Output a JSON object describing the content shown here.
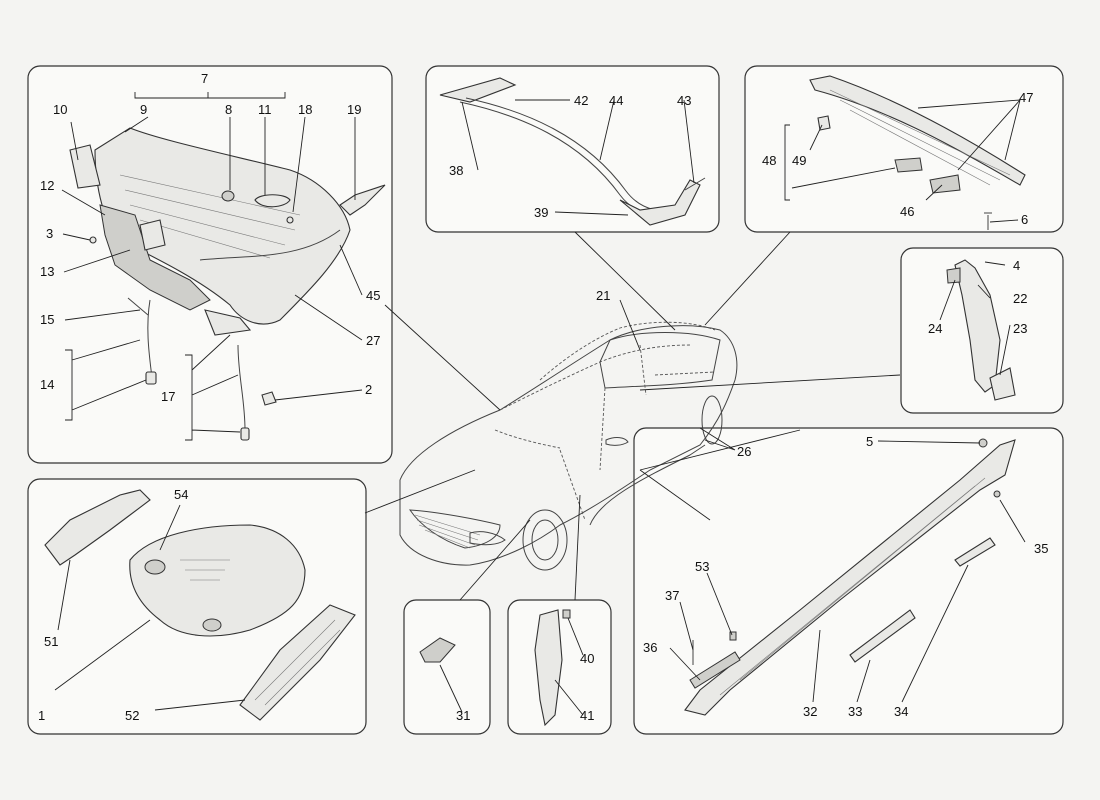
{
  "labels": {
    "l1": "1",
    "l2": "2",
    "l3": "3",
    "l4": "4",
    "l5": "5",
    "l6": "6",
    "l7": "7",
    "l8": "8",
    "l9": "9",
    "l10": "10",
    "l11": "11",
    "l12": "12",
    "l13": "13",
    "l14": "14",
    "l15": "15",
    "l17": "17",
    "l18": "18",
    "l19": "19",
    "l21": "21",
    "l22": "22",
    "l23": "23",
    "l24": "24",
    "l26": "26",
    "l27": "27",
    "l31": "31",
    "l32": "32",
    "l33": "33",
    "l34": "34",
    "l35": "35",
    "l36": "36",
    "l37": "37",
    "l38": "38",
    "l39": "39",
    "l40": "40",
    "l41": "41",
    "l42": "42",
    "l43": "43",
    "l44": "44",
    "l45": "45",
    "l46": "46",
    "l47": "47",
    "l48": "48",
    "l49": "49",
    "l51": "51",
    "l52": "52",
    "l53": "53",
    "l54": "54"
  }
}
